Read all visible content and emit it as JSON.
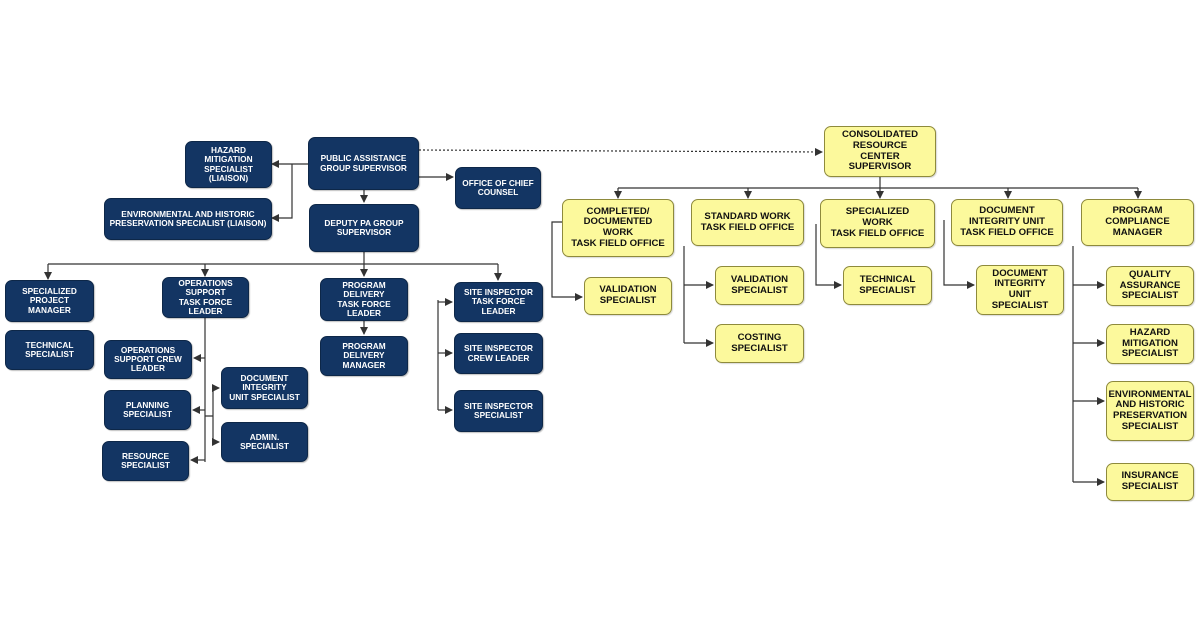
{
  "colors": {
    "navy": "#133563",
    "yellow": "#fcf99c",
    "line": "#333333"
  },
  "left": {
    "hazard_liaison": "HAZARD\nMITIGATION\nSPECIALIST\n(LIAISON)",
    "ehp_liaison": "ENVIRONMENTAL AND HISTORIC\nPRESERVATION SPECIALIST (LIAISON)",
    "pa_group_supervisor": "PUBLIC ASSISTANCE\nGROUP SUPERVISOR",
    "chief_counsel": "OFFICE OF CHIEF\nCOUNSEL",
    "deputy_pa": "DEPUTY PA GROUP\nSUPERVISOR",
    "specialized_pm": "SPECIALIZED\nPROJECT\nMANAGER",
    "technical_specialist": "TECHNICAL\nSPECIALIST",
    "ops_support_tfl": "OPERATIONS\nSUPPORT\nTASK FORCE LEADER",
    "ops_support_crew": "OPERATIONS\nSUPPORT CREW\nLEADER",
    "planning_specialist": "PLANNING\nSPECIALIST",
    "resource_specialist": "RESOURCE\nSPECIALIST",
    "doc_integrity_specialist": "DOCUMENT\nINTEGRITY\nUNIT SPECIALIST",
    "admin_specialist": "ADMIN.\nSPECIALIST",
    "program_delivery_tfl": "PROGRAM\nDELIVERY\nTASK FORCE LEADER",
    "program_delivery_manager": "PROGRAM\nDELIVERY\nMANAGER",
    "site_inspector_tfl": "SITE INSPECTOR\nTASK FORCE LEADER",
    "site_inspector_crew": "SITE INSPECTOR\nCREW LEADER",
    "site_inspector_specialist": "SITE INSPECTOR\nSPECIALIST"
  },
  "right": {
    "crc_supervisor": "CONSOLIDATED\nRESOURCE\nCENTER SUPERVISOR",
    "completed_tfo": "COMPLETED/\nDOCUMENTED\nWORK\nTASK FIELD OFFICE",
    "validation_1": "VALIDATION\nSPECIALIST",
    "standard_tfo": "STANDARD WORK\nTASK FIELD OFFICE",
    "validation_2": "VALIDATION\nSPECIALIST",
    "costing": "COSTING\nSPECIALIST",
    "specialized_tfo": "SPECIALIZED\nWORK\nTASK FIELD OFFICE",
    "technical": "TECHNICAL\nSPECIALIST",
    "diu_tfo": "DOCUMENT\nINTEGRITY UNIT\nTASK FIELD OFFICE",
    "diu_specialist": "DOCUMENT\nINTEGRITY\nUNIT\nSPECIALIST",
    "compliance_manager": "PROGRAM\nCOMPLIANCE\nMANAGER",
    "qa_specialist": "QUALITY\nASSURANCE\nSPECIALIST",
    "hazard_specialist": "HAZARD\nMITIGATION\nSPECIALIST",
    "ehp_specialist": "ENVIRONMENTAL\nAND HISTORIC\nPRESERVATION\nSPECIALIST",
    "insurance_specialist": "INSURANCE\nSPECIALIST"
  }
}
